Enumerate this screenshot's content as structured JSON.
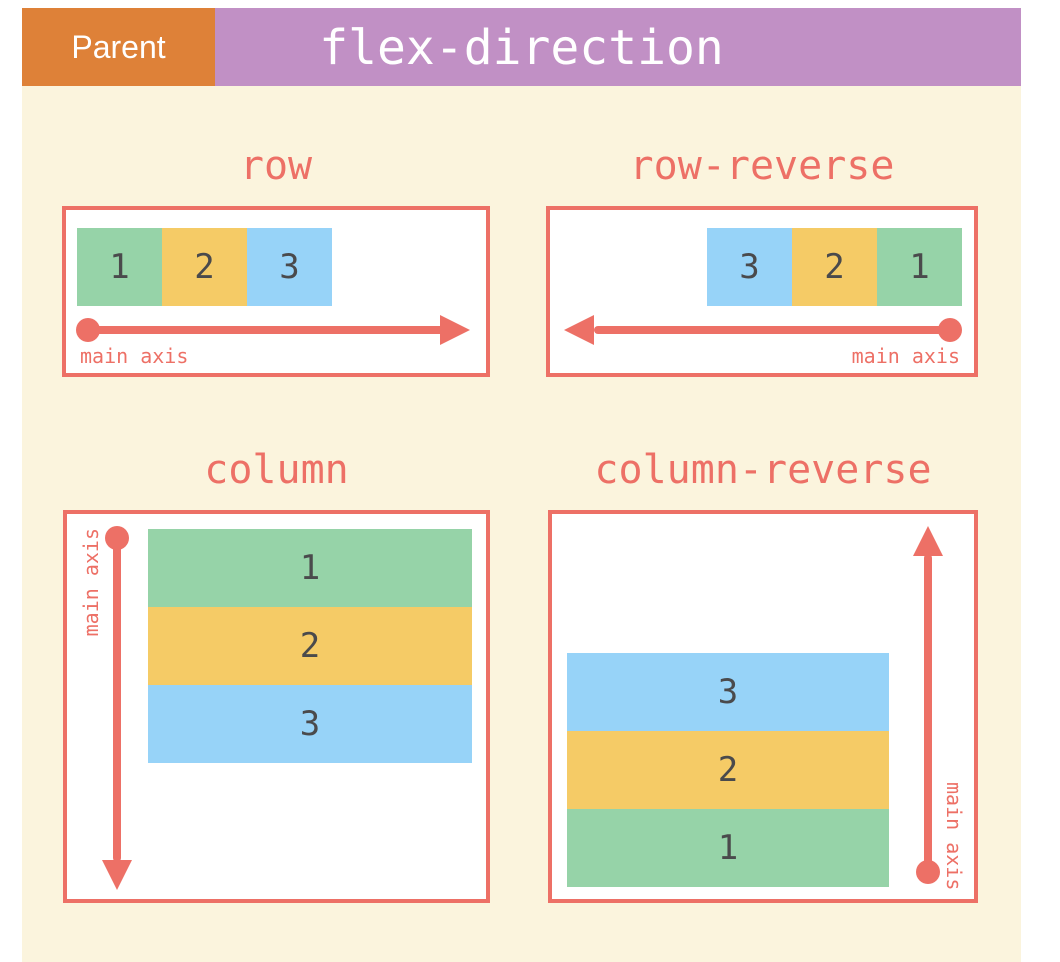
{
  "header": {
    "badge_label": "Parent",
    "title": "flex-direction"
  },
  "main_axis_label": "main axis",
  "panels": {
    "row": {
      "title": "row",
      "items": [
        {
          "label": "1",
          "color": "green"
        },
        {
          "label": "2",
          "color": "yellow"
        },
        {
          "label": "3",
          "color": "blue"
        }
      ],
      "arrow": "left-to-right"
    },
    "row_reverse": {
      "title": "row-reverse",
      "items": [
        {
          "label": "3",
          "color": "blue"
        },
        {
          "label": "2",
          "color": "yellow"
        },
        {
          "label": "1",
          "color": "green"
        }
      ],
      "arrow": "right-to-left"
    },
    "column": {
      "title": "column",
      "items": [
        {
          "label": "1",
          "color": "green"
        },
        {
          "label": "2",
          "color": "yellow"
        },
        {
          "label": "3",
          "color": "blue"
        }
      ],
      "arrow": "top-to-bottom"
    },
    "column_reverse": {
      "title": "column-reverse",
      "items": [
        {
          "label": "3",
          "color": "blue"
        },
        {
          "label": "2",
          "color": "yellow"
        },
        {
          "label": "1",
          "color": "green"
        }
      ],
      "arrow": "bottom-to-top"
    }
  },
  "colors": {
    "background_cream": "#FBF4DD",
    "header_purple": "#C190C5",
    "badge_orange": "#DE8138",
    "accent_salmon": "#ED7066",
    "item_green": "#96D3A8",
    "item_yellow": "#F5CB66",
    "item_blue": "#97D3F8",
    "item_number_gray": "#4A4A4C",
    "panel_white": "#FFFFFF"
  }
}
